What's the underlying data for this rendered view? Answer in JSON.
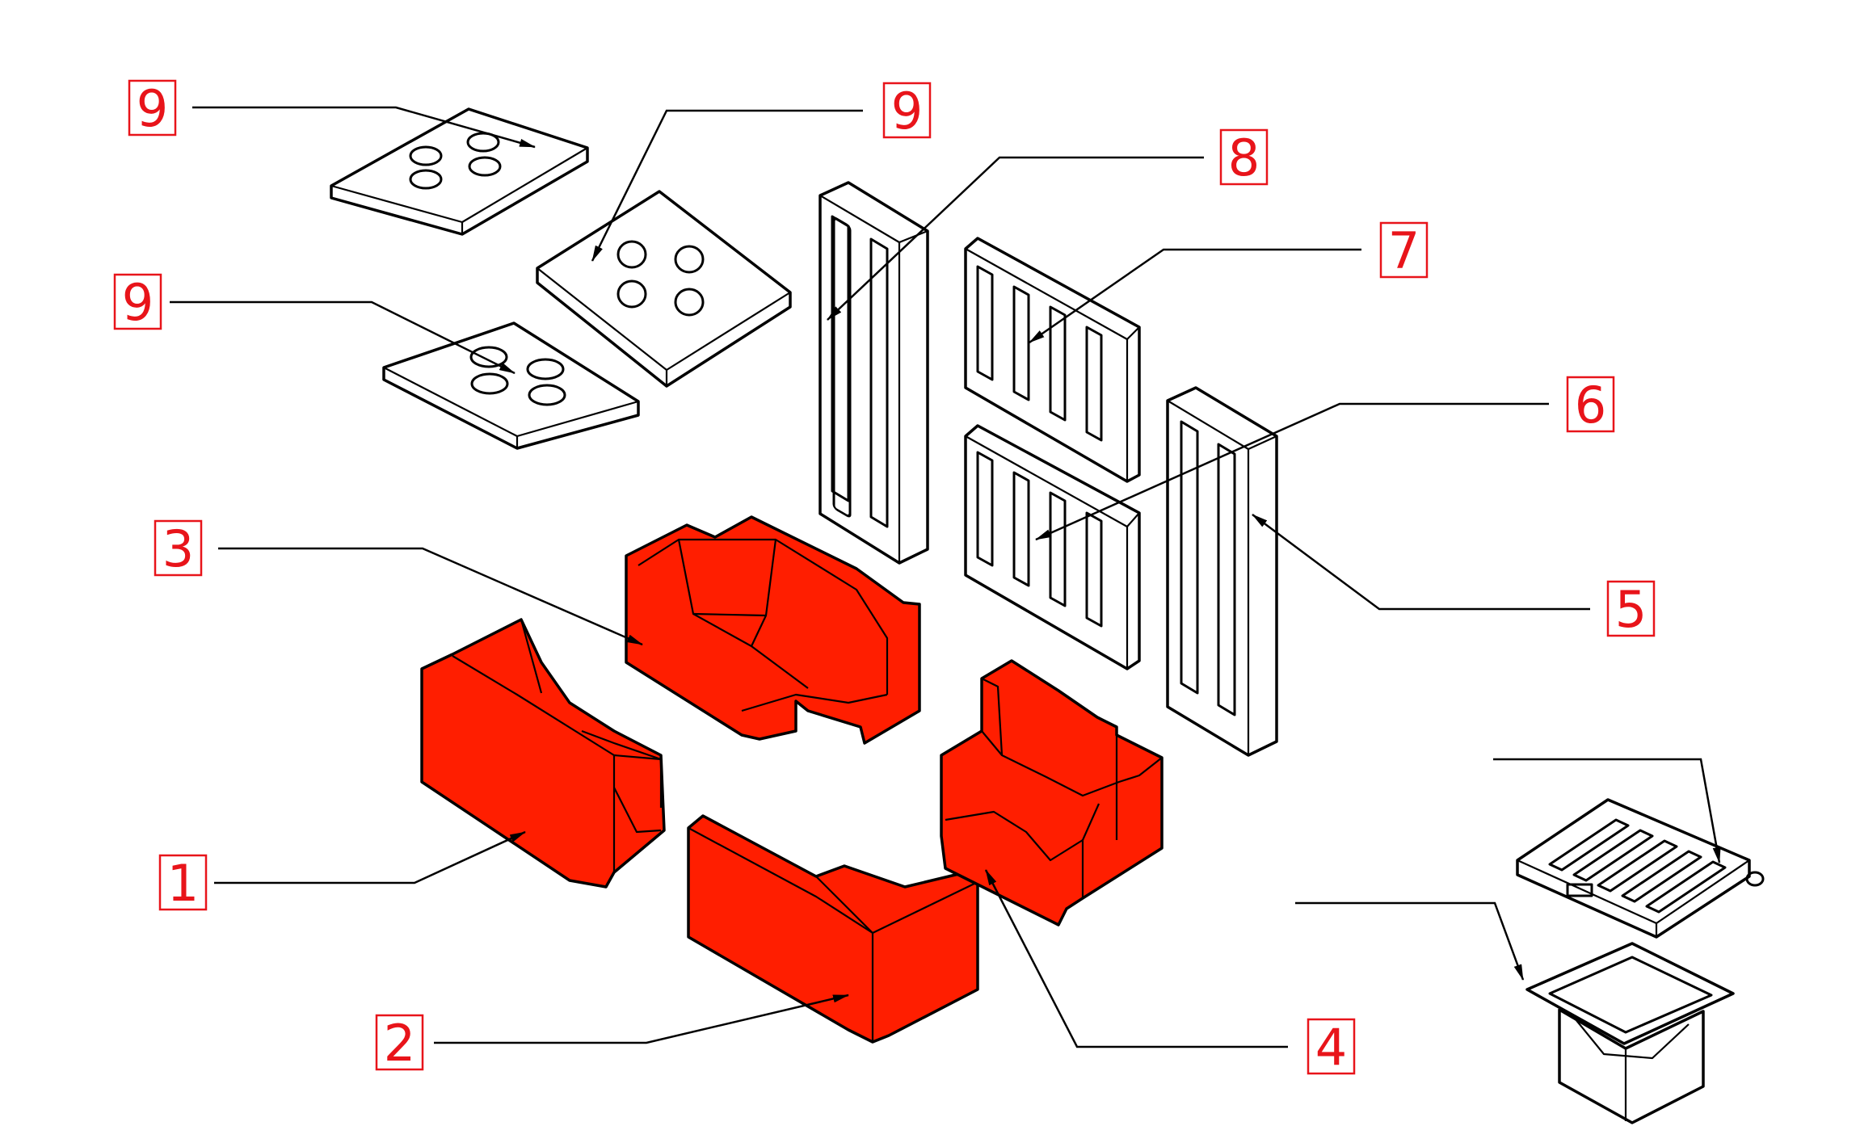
{
  "colors": {
    "part_fill": "#ff1e00",
    "label": "#e8141a",
    "line": "#000000",
    "background": "#ffffff"
  },
  "callouts": {
    "c9a": "9",
    "c9b": "9",
    "c9c": "9",
    "c8": "8",
    "c7": "7",
    "c6": "6",
    "c5": "5",
    "c4": "4",
    "c3": "3",
    "c2": "2",
    "c1": "1"
  }
}
